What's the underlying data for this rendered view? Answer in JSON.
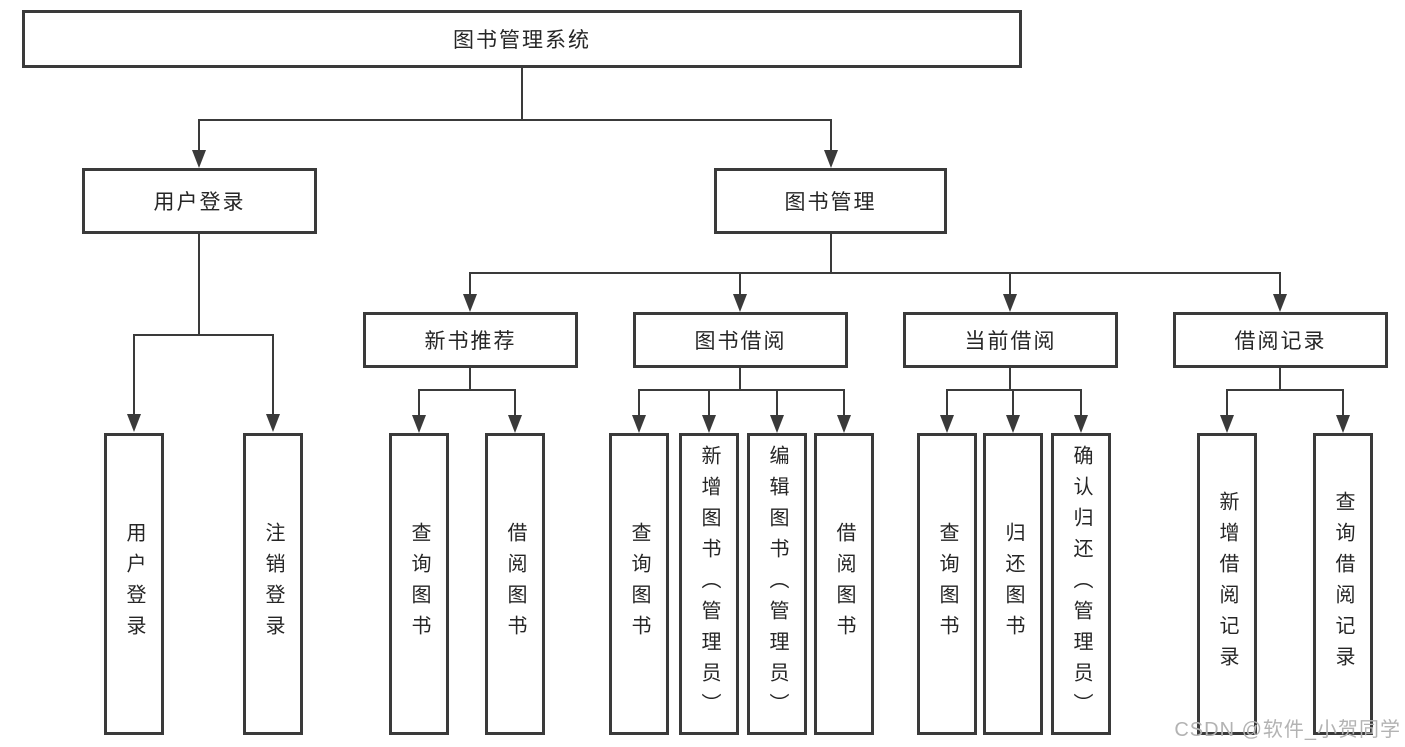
{
  "diagram": {
    "root": {
      "label": "图书管理系统",
      "children": [
        {
          "label": "用户登录",
          "children": [
            {
              "label": "用户登录"
            },
            {
              "label": "注销登录"
            }
          ]
        },
        {
          "label": "图书管理",
          "children": [
            {
              "label": "新书推荐",
              "children": [
                {
                  "label": "查询图书"
                },
                {
                  "label": "借阅图书"
                }
              ]
            },
            {
              "label": "图书借阅",
              "children": [
                {
                  "label": "查询图书"
                },
                {
                  "label": "新增图书（管理员）"
                },
                {
                  "label": "编辑图书（管理员）"
                },
                {
                  "label": "借阅图书"
                }
              ]
            },
            {
              "label": "当前借阅",
              "children": [
                {
                  "label": "查询图书"
                },
                {
                  "label": "归还图书"
                },
                {
                  "label": "确认归还（管理员）"
                }
              ]
            },
            {
              "label": "借阅记录",
              "children": [
                {
                  "label": "新增借阅记录"
                },
                {
                  "label": "查询借阅记录"
                }
              ]
            }
          ]
        }
      ]
    },
    "colors": {
      "line": "#3a3a3a",
      "box_border": "#3a3a3a",
      "text": "#262626",
      "background": "#ffffff",
      "watermark": "#b3b3b3"
    }
  },
  "watermark": {
    "text": "CSDN @软件_小贺同学"
  }
}
